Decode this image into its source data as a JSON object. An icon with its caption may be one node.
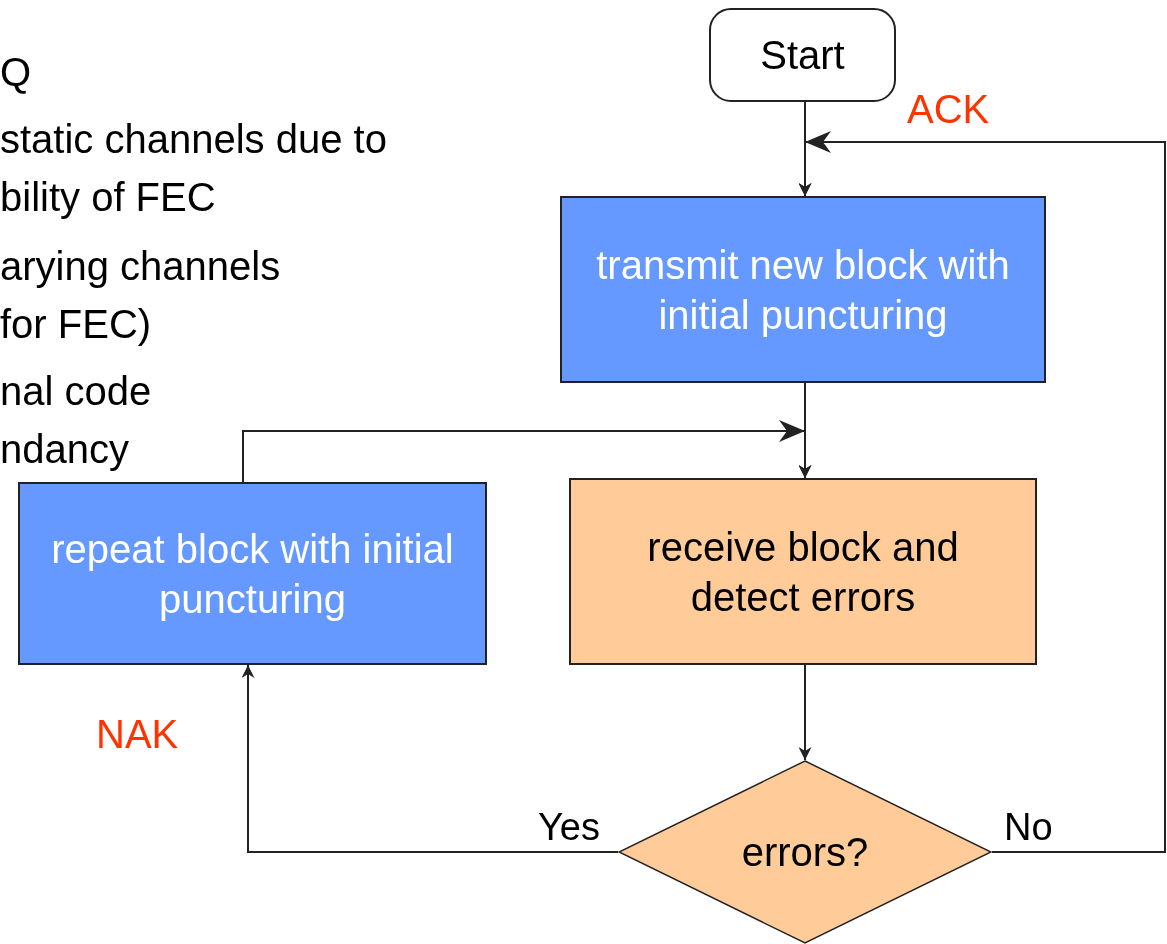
{
  "diagram": {
    "nodes": [
      {
        "text": [
          "Start"
        ]
      },
      {
        "text": [
          "transmit new block with initial puncturing"
        ]
      },
      {
        "text": [
          "receive block and detect errors"
        ]
      },
      {
        "text": [
          "errors?"
        ]
      },
      {
        "text": [
          "repeat block with initial puncturing"
        ]
      }
    ],
    "edges": [
      {
        "from": 0,
        "to": 1,
        "arrow": "to"
      },
      {
        "from": 1,
        "to": 2,
        "arrow": "to"
      },
      {
        "from": 2,
        "to": 3,
        "arrow": "to"
      },
      {
        "from": 3,
        "to": 4,
        "arrow": "to",
        "label": "Yes"
      },
      {
        "from": 3,
        "to": 1,
        "arrow": "to",
        "label": "No"
      },
      {
        "from": 4,
        "to": 2,
        "arrow": "to"
      }
    ],
    "labels": [
      "Q",
      "static channels due to bility of FEC",
      "arying channels for FEC)",
      "nal code ndancy",
      "ACK",
      "NAK"
    ]
  }
}
